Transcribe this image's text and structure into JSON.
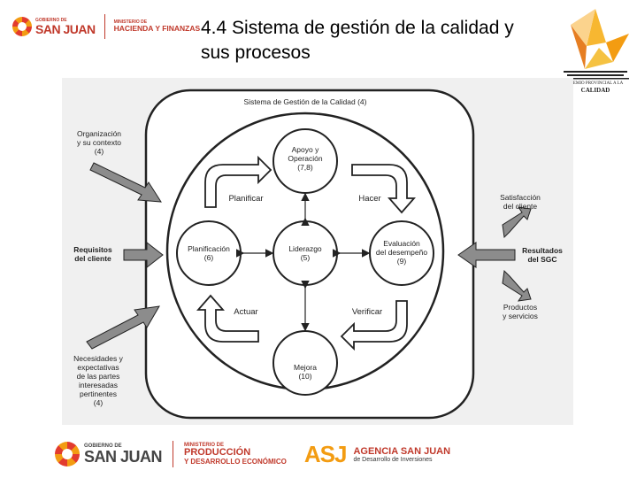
{
  "header": {
    "gov_small": "GOBIERNO DE",
    "gov_big": "SAN JUAN",
    "ministry_small": "MINISTERIO DE",
    "ministry_big": "HACIENDA Y FINANZAS",
    "title": "4.4  Sistema de gestión de la calidad y sus procesos",
    "premio_line1": "PREMIO PROVINCIAL A LA",
    "premio_line2": "CALIDAD"
  },
  "diagram": {
    "frame_title": "Sistema de Gestión de la Calidad (4)",
    "nodes": {
      "apoyo": "Apoyo y\nOperación\n(7,8)",
      "planificacion": "Planificación\n(6)",
      "liderazgo": "Liderazgo\n(5)",
      "evaluacion": "Evaluación\ndel desempeño\n(9)",
      "mejora": "Mejora\n(10)"
    },
    "cycle": {
      "planificar": "Planificar",
      "hacer": "Hacer",
      "actuar": "Actuar",
      "verificar": "Verificar"
    },
    "inputs": {
      "organizacion": "Organización\ny su contexto\n(4)",
      "requisitos": "Requisitos\ndel cliente",
      "necesidades": "Necesidades y\nexpectativas\nde las partes\ninteresadas\npertinentes\n(4)"
    },
    "outputs": {
      "satisfaccion": "Satisfacción\ndel cliente",
      "resultados": "Resultados\ndel SGC",
      "productos": "Productos\ny servicios"
    },
    "colors": {
      "arrow_fill": "#8c8c8c",
      "background": "#f0f0f0",
      "stroke": "#222222"
    }
  },
  "footer": {
    "gov_small": "GOBIERNO DE",
    "gov_big": "SAN JUAN",
    "ministry_small": "MINISTERIO DE",
    "ministry_line1": "PRODUCCIÓN",
    "ministry_line2": "Y DESARROLLO ECONÓMICO",
    "asj": "ASJ",
    "agency_big": "AGENCIA SAN JUAN",
    "agency_small": "de Desarrollo de Inversiones"
  }
}
